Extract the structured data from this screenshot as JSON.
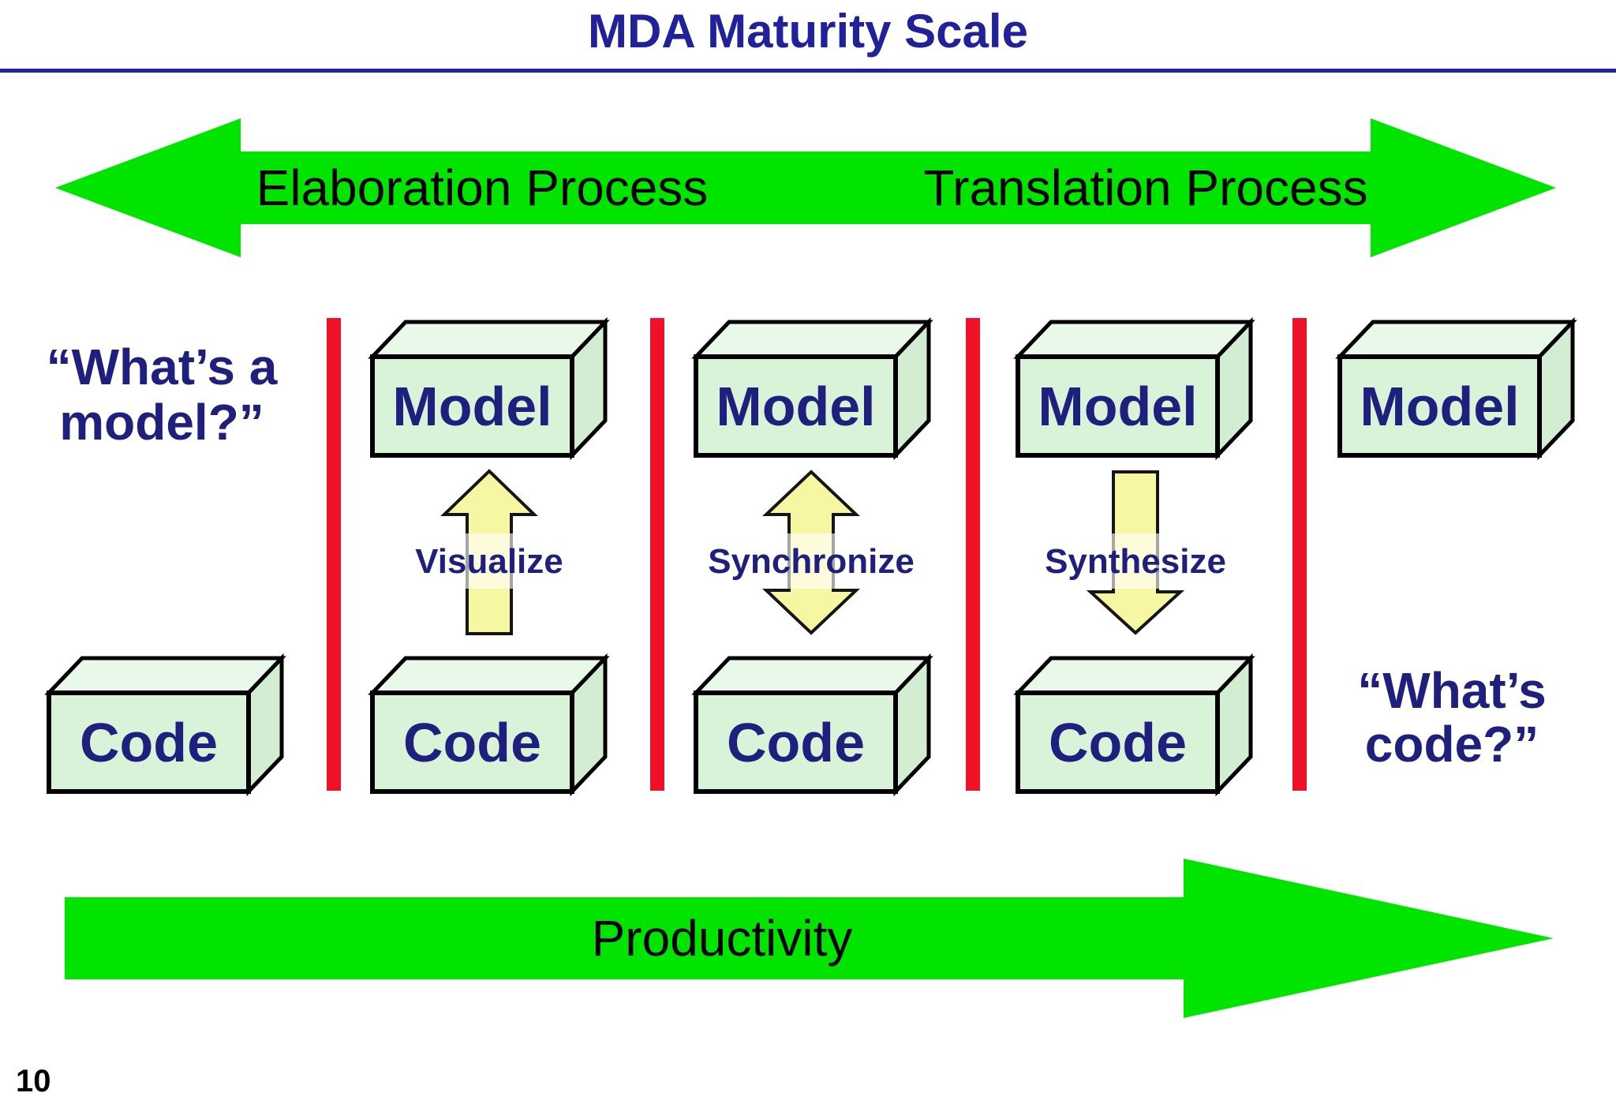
{
  "slide": {
    "title": "MDA Maturity Scale",
    "page_number": "10"
  },
  "top_arrow": {
    "left_label": "Elaboration Process",
    "right_label": "Translation Process"
  },
  "bottom_arrow": {
    "label": "Productivity"
  },
  "left_question": {
    "line1": "“What’s a",
    "line2": "model?”"
  },
  "right_question": {
    "line1": "“What’s",
    "line2": "code?”"
  },
  "box_labels": {
    "model": "Model",
    "code": "Code"
  },
  "action_labels": {
    "visualize": "Visualize",
    "synchronize": "Synchronize",
    "synthesize": "Synthesize"
  },
  "colors": {
    "green": "#00e400",
    "red": "#ee1128",
    "yellow": "#f7f7a3",
    "navy_title": "#21219b",
    "navy_text": "#1f1f7d",
    "box_front": "#d9f3d9",
    "box_top": "#e9f9e9",
    "box_side": "#d2edd2"
  }
}
